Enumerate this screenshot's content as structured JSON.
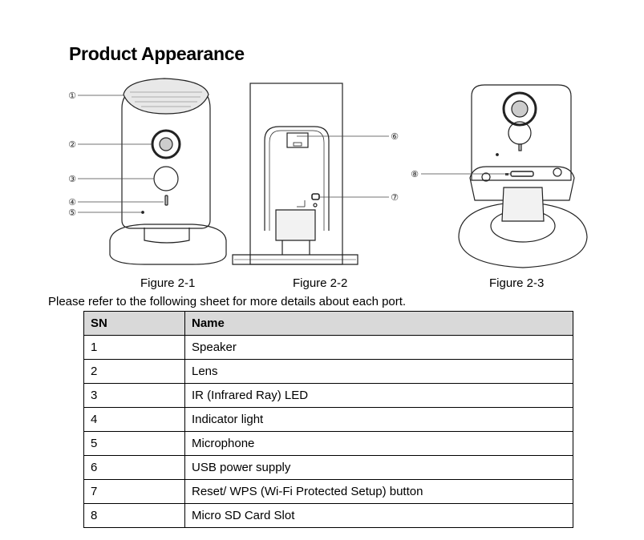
{
  "document": {
    "title": "Product Appearance",
    "intro": "Please refer to the following sheet for more details about each port.",
    "figures": [
      {
        "caption": "Figure 2-1",
        "callouts": [
          "①",
          "②",
          "③",
          "④",
          "⑤"
        ]
      },
      {
        "caption": "Figure 2-2",
        "callouts": [
          "⑥",
          "⑦"
        ]
      },
      {
        "caption": "Figure 2-3",
        "callouts": [
          "⑧"
        ]
      }
    ],
    "table": {
      "headers": [
        "SN",
        "Name"
      ],
      "rows": [
        [
          "1",
          "Speaker"
        ],
        [
          "2",
          "Lens"
        ],
        [
          "3",
          "IR (Infrared Ray) LED"
        ],
        [
          "4",
          "Indicator light"
        ],
        [
          "5",
          "Microphone"
        ],
        [
          "6",
          "USB power supply"
        ],
        [
          "7",
          "Reset/ WPS (Wi-Fi Protected Setup)  button"
        ],
        [
          "8",
          "Micro SD Card Slot"
        ]
      ]
    }
  }
}
